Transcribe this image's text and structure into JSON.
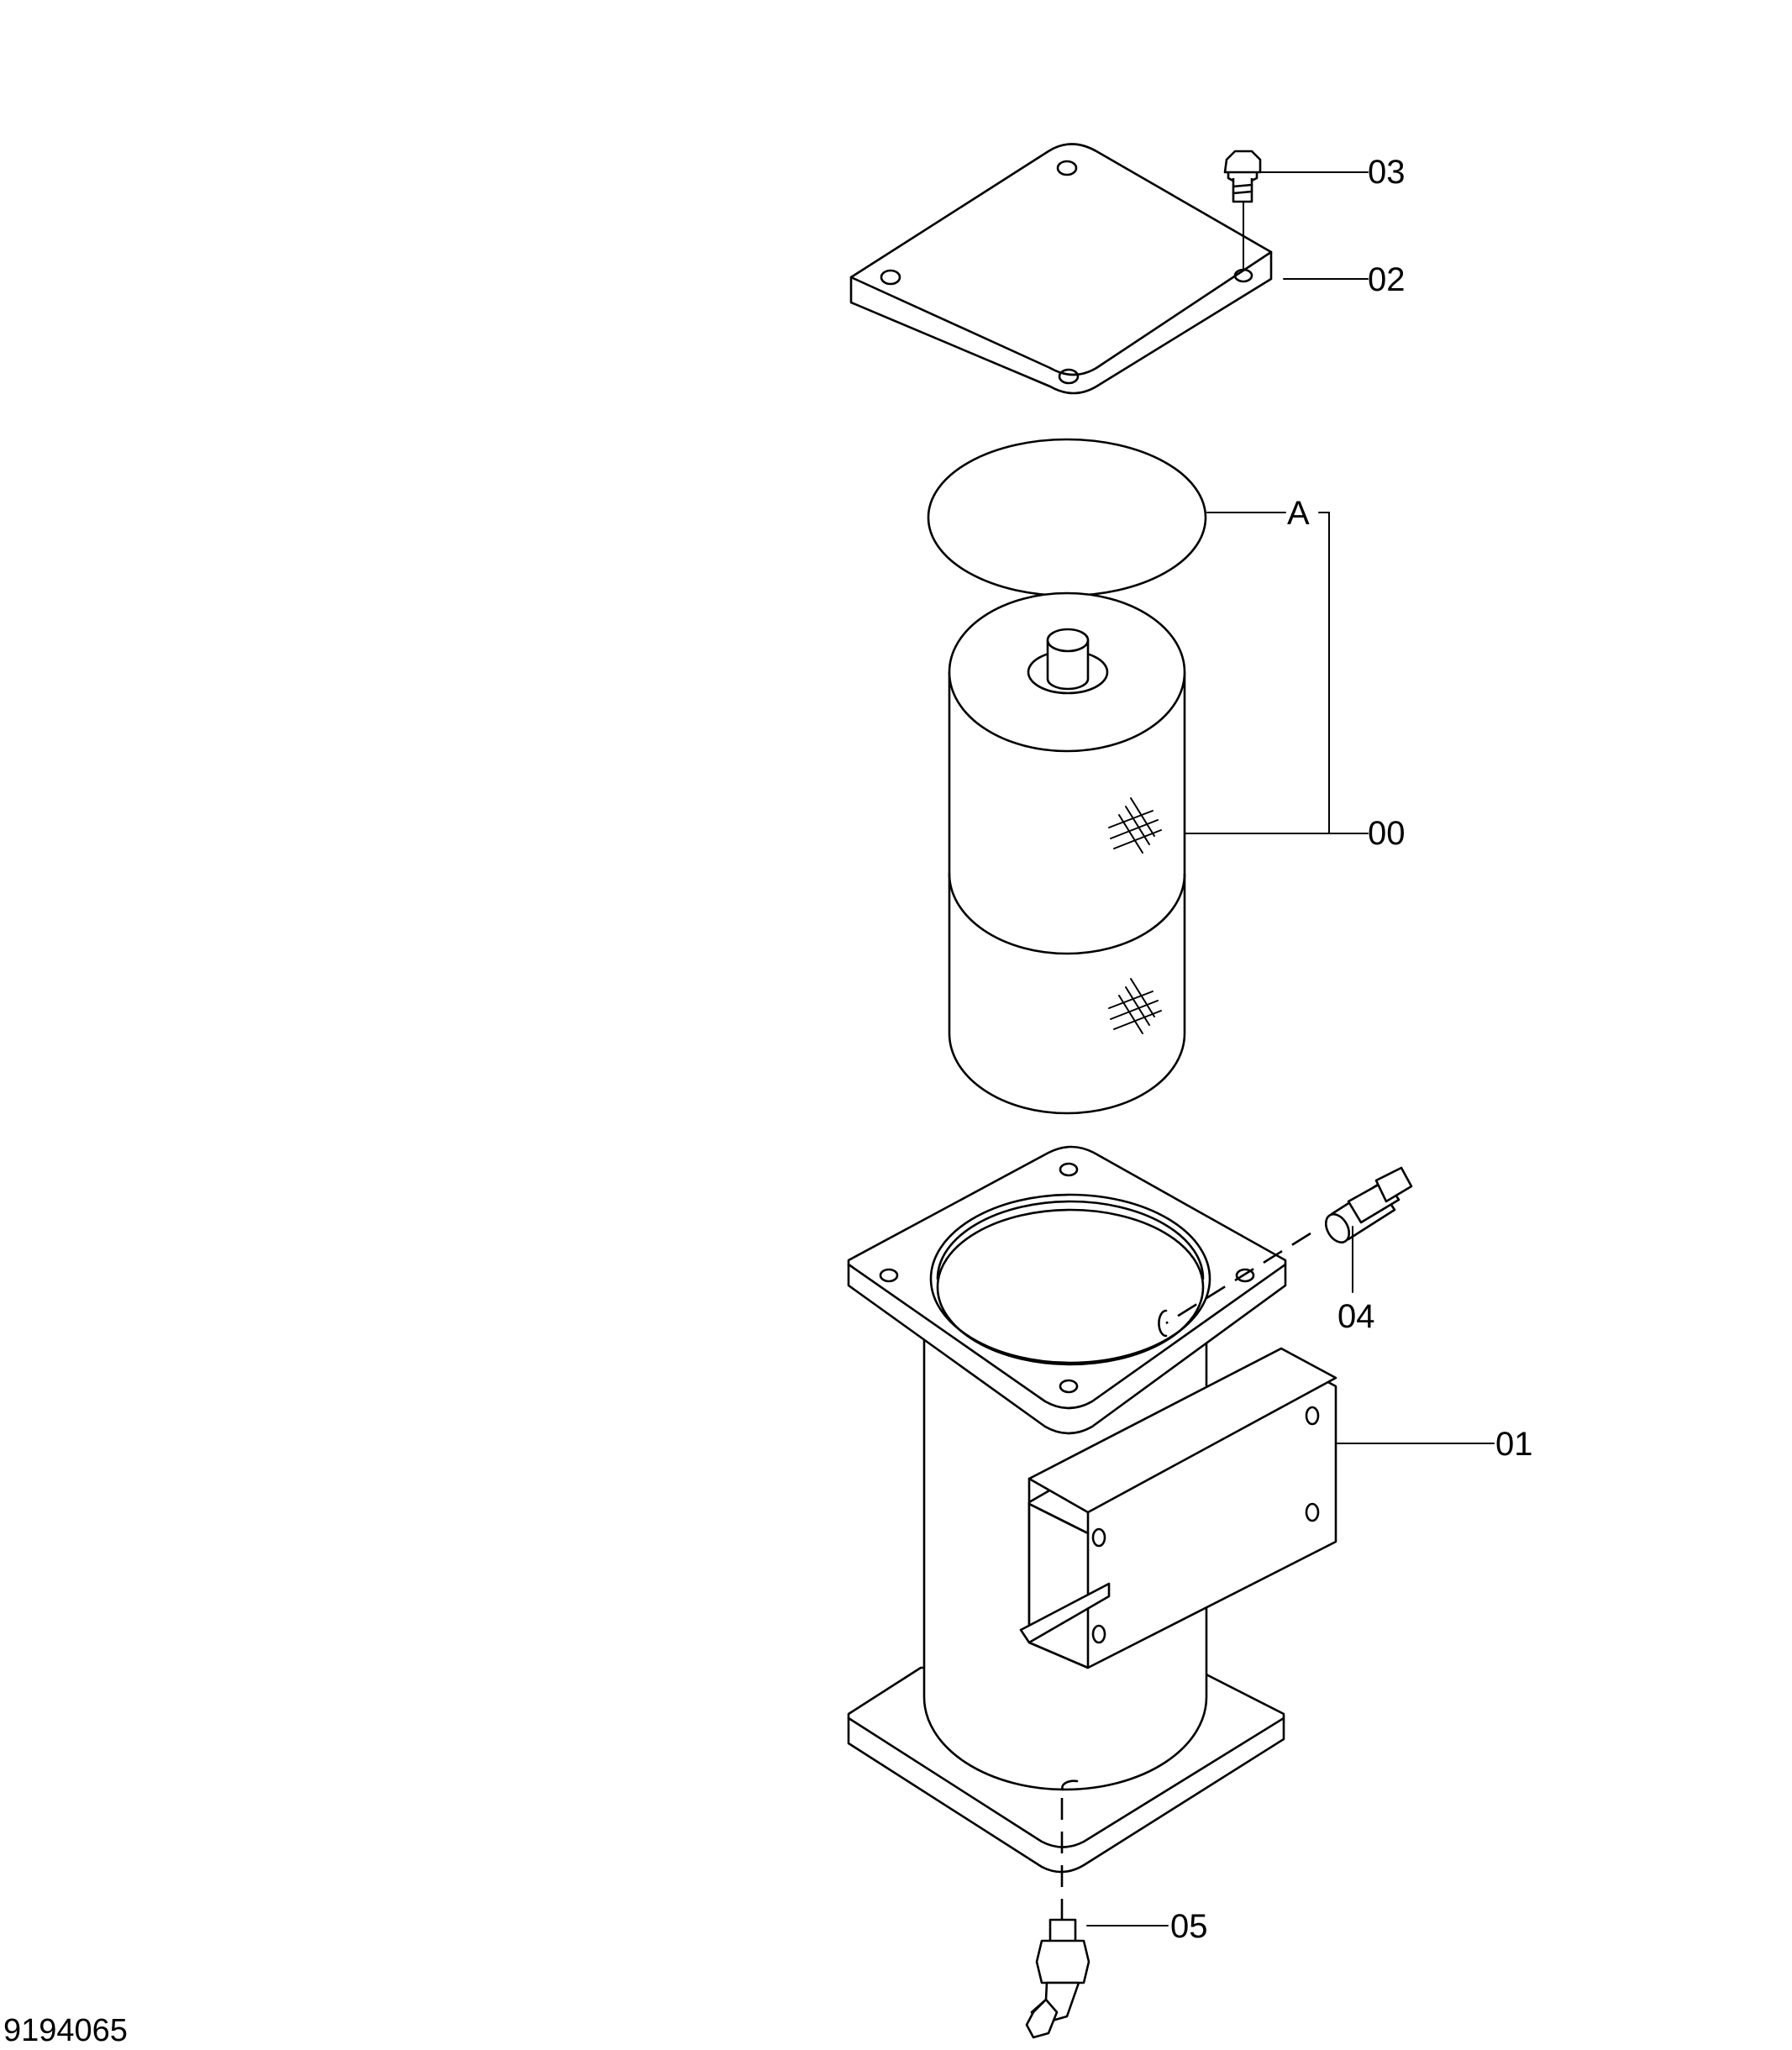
{
  "callouts": {
    "c00": "00",
    "c01": "01",
    "c02": "02",
    "c03": "03",
    "c04": "04",
    "c05": "05",
    "cA": "A"
  },
  "figure_number": "9194065",
  "colors": {
    "line": "#000000",
    "background": "#ffffff"
  }
}
